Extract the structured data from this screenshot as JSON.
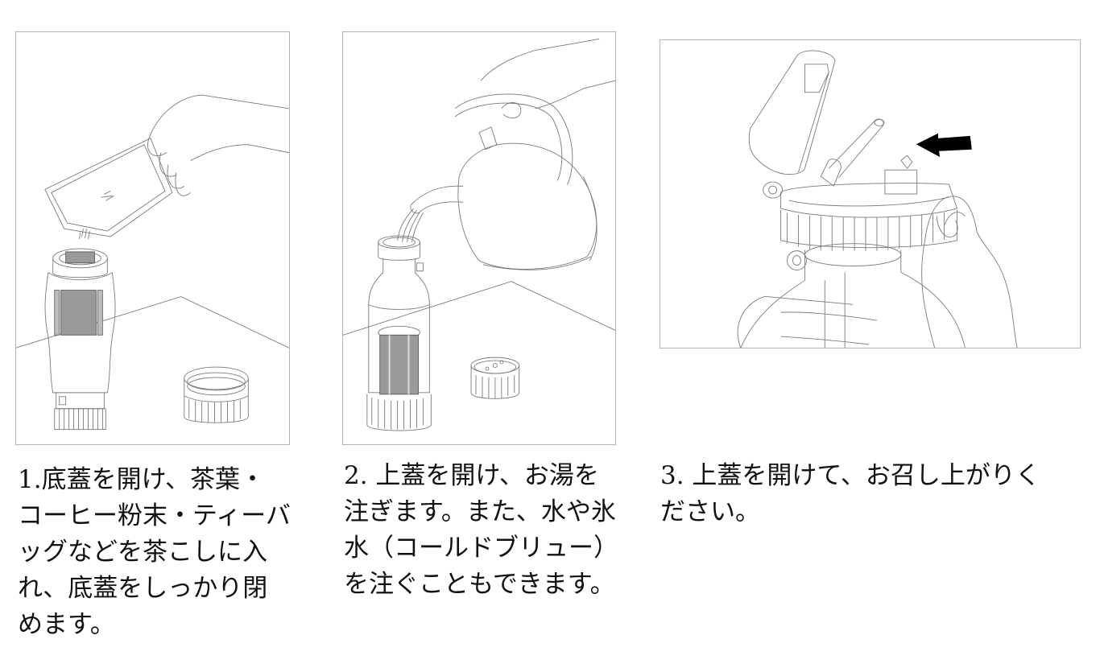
{
  "steps": [
    {
      "number": "1",
      "illustration": "pouring-tea-leaves-into-strainer",
      "lines": [
        "1.底蓋を開け、茶葉・",
        "コーヒー粉末・ティーバ",
        "ッグなどを茶こしに入",
        "れ、底蓋をしっかり閉",
        "めます。"
      ]
    },
    {
      "number": "2",
      "illustration": "pouring-hot-water-from-kettle",
      "lines": [
        "2. 上蓋を開け、お湯を",
        "注ぎます。また、水や氷",
        "水（コールドブリュー）",
        "を注ぐこともできます。"
      ]
    },
    {
      "number": "3",
      "illustration": "opening-top-lid-with-straw",
      "lines": [
        "3. 上蓋を開けて、お召し上がりく",
        "ださい。"
      ]
    }
  ],
  "colors": {
    "frame": "#b4b4b4",
    "line_art": "#7a7a7a",
    "arrow": "#000000",
    "text": "#111111"
  }
}
